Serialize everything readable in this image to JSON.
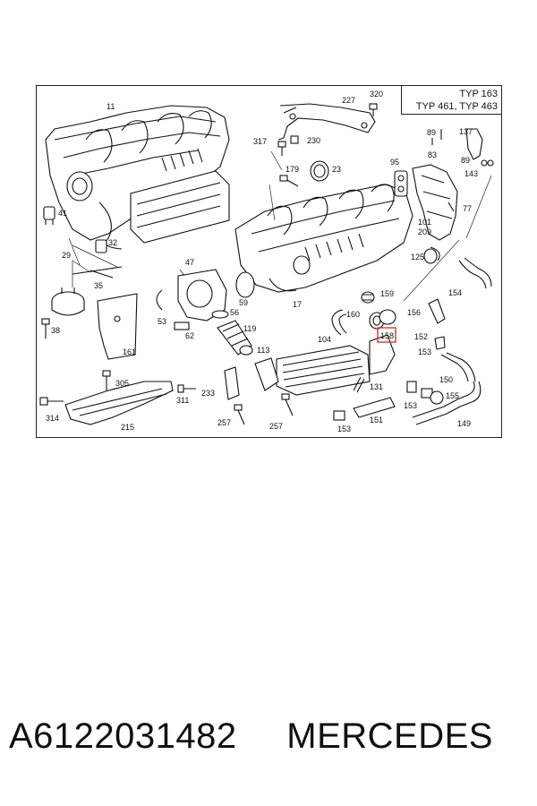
{
  "type_box": {
    "line1": "TYP 163",
    "line2": "TYP 461, TYP 463"
  },
  "callouts": {
    "c11": "11",
    "c227": "227",
    "c320": "320",
    "c317": "317",
    "c230": "230",
    "c179": "179",
    "c23": "23",
    "c95": "95",
    "c89a": "89",
    "c137": "137",
    "c83": "83",
    "c89b": "89",
    "c143": "143",
    "c77": "77",
    "c41": "41",
    "c32": "32",
    "c29": "29",
    "c35": "35",
    "c38": "38",
    "c47": "47",
    "c53": "53",
    "c62": "62",
    "c56": "56",
    "c59": "59",
    "c119": "119",
    "c113": "113",
    "c161": "161",
    "c17": "17",
    "c101": "101",
    "c209": "209",
    "c125": "125",
    "c154": "154",
    "c159": "159",
    "c160": "160",
    "c158": "158",
    "c156": "156",
    "c104": "104",
    "c152": "152",
    "c153a": "153",
    "c305": "305",
    "c311": "311",
    "c233": "233",
    "c150": "150",
    "c131": "131",
    "c155": "155",
    "c314": "314",
    "c215": "215",
    "c257a": "257",
    "c257b": "257",
    "c153b": "153",
    "c151": "151",
    "c153c": "153",
    "c149": "149"
  },
  "highlight_color": "#e0362c",
  "caption": {
    "part_number": "A6122031482",
    "brand": "MERCEDES"
  }
}
